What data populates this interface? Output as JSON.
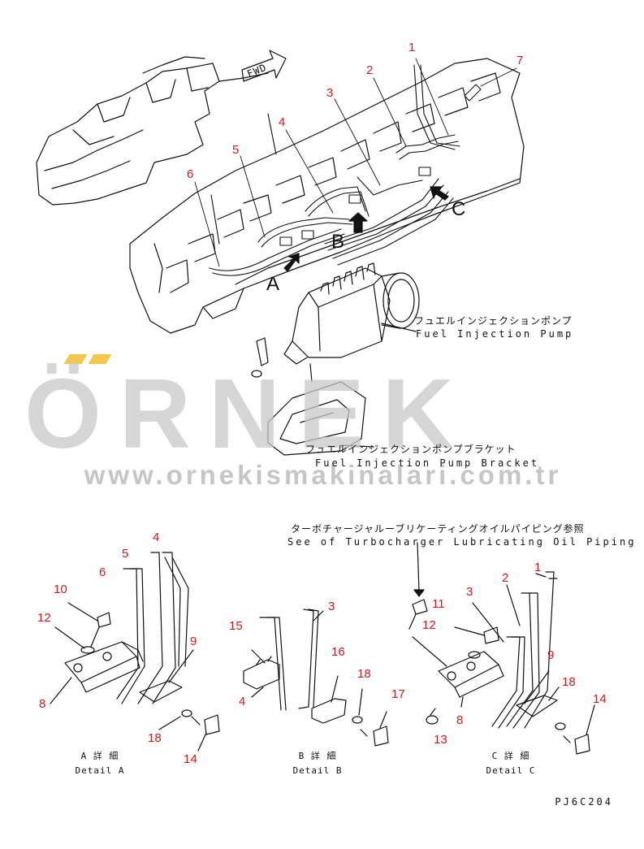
{
  "engine": {
    "fwd": "FWD",
    "view_letters": [
      "A",
      "B",
      "C"
    ],
    "callouts": [
      "1",
      "2",
      "3",
      "4",
      "5",
      "6",
      "7"
    ],
    "pump_jp": "フュエルインジェクションポンプ",
    "pump_en": "Fuel Injection Pump",
    "bracket_jp": "フュエルインジェクションポンプブラケット",
    "bracket_en": "Fuel Injection Pump Bracket"
  },
  "watermark": {
    "brand": "ÖRNEK",
    "url": "www.ornekismakinalari.com.tr",
    "accent_color": "#f2c94c"
  },
  "reference": {
    "jp": "ターボチャージャルーブリケーティングオイルパイピング参照",
    "en": "See of Turbocharger Lubricating Oil Piping"
  },
  "details": {
    "a": {
      "callouts": [
        "4",
        "5",
        "6",
        "10",
        "12",
        "9",
        "8",
        "18",
        "14"
      ],
      "jp": "A 詳 細",
      "en": "Detail A"
    },
    "b": {
      "callouts": [
        "3",
        "15",
        "16",
        "18",
        "4",
        "17"
      ],
      "jp": "B 詳 細",
      "en": "Detail B"
    },
    "c": {
      "callouts": [
        "1",
        "2",
        "3",
        "11",
        "12",
        "9",
        "18",
        "14",
        "8",
        "13"
      ],
      "jp": "C 詳 細",
      "en": "Detail C"
    }
  },
  "drawing_code": "PJ6C204",
  "colors": {
    "callout": "#d11a1a",
    "line": "#111111",
    "watermark": "#c9c9c9"
  }
}
